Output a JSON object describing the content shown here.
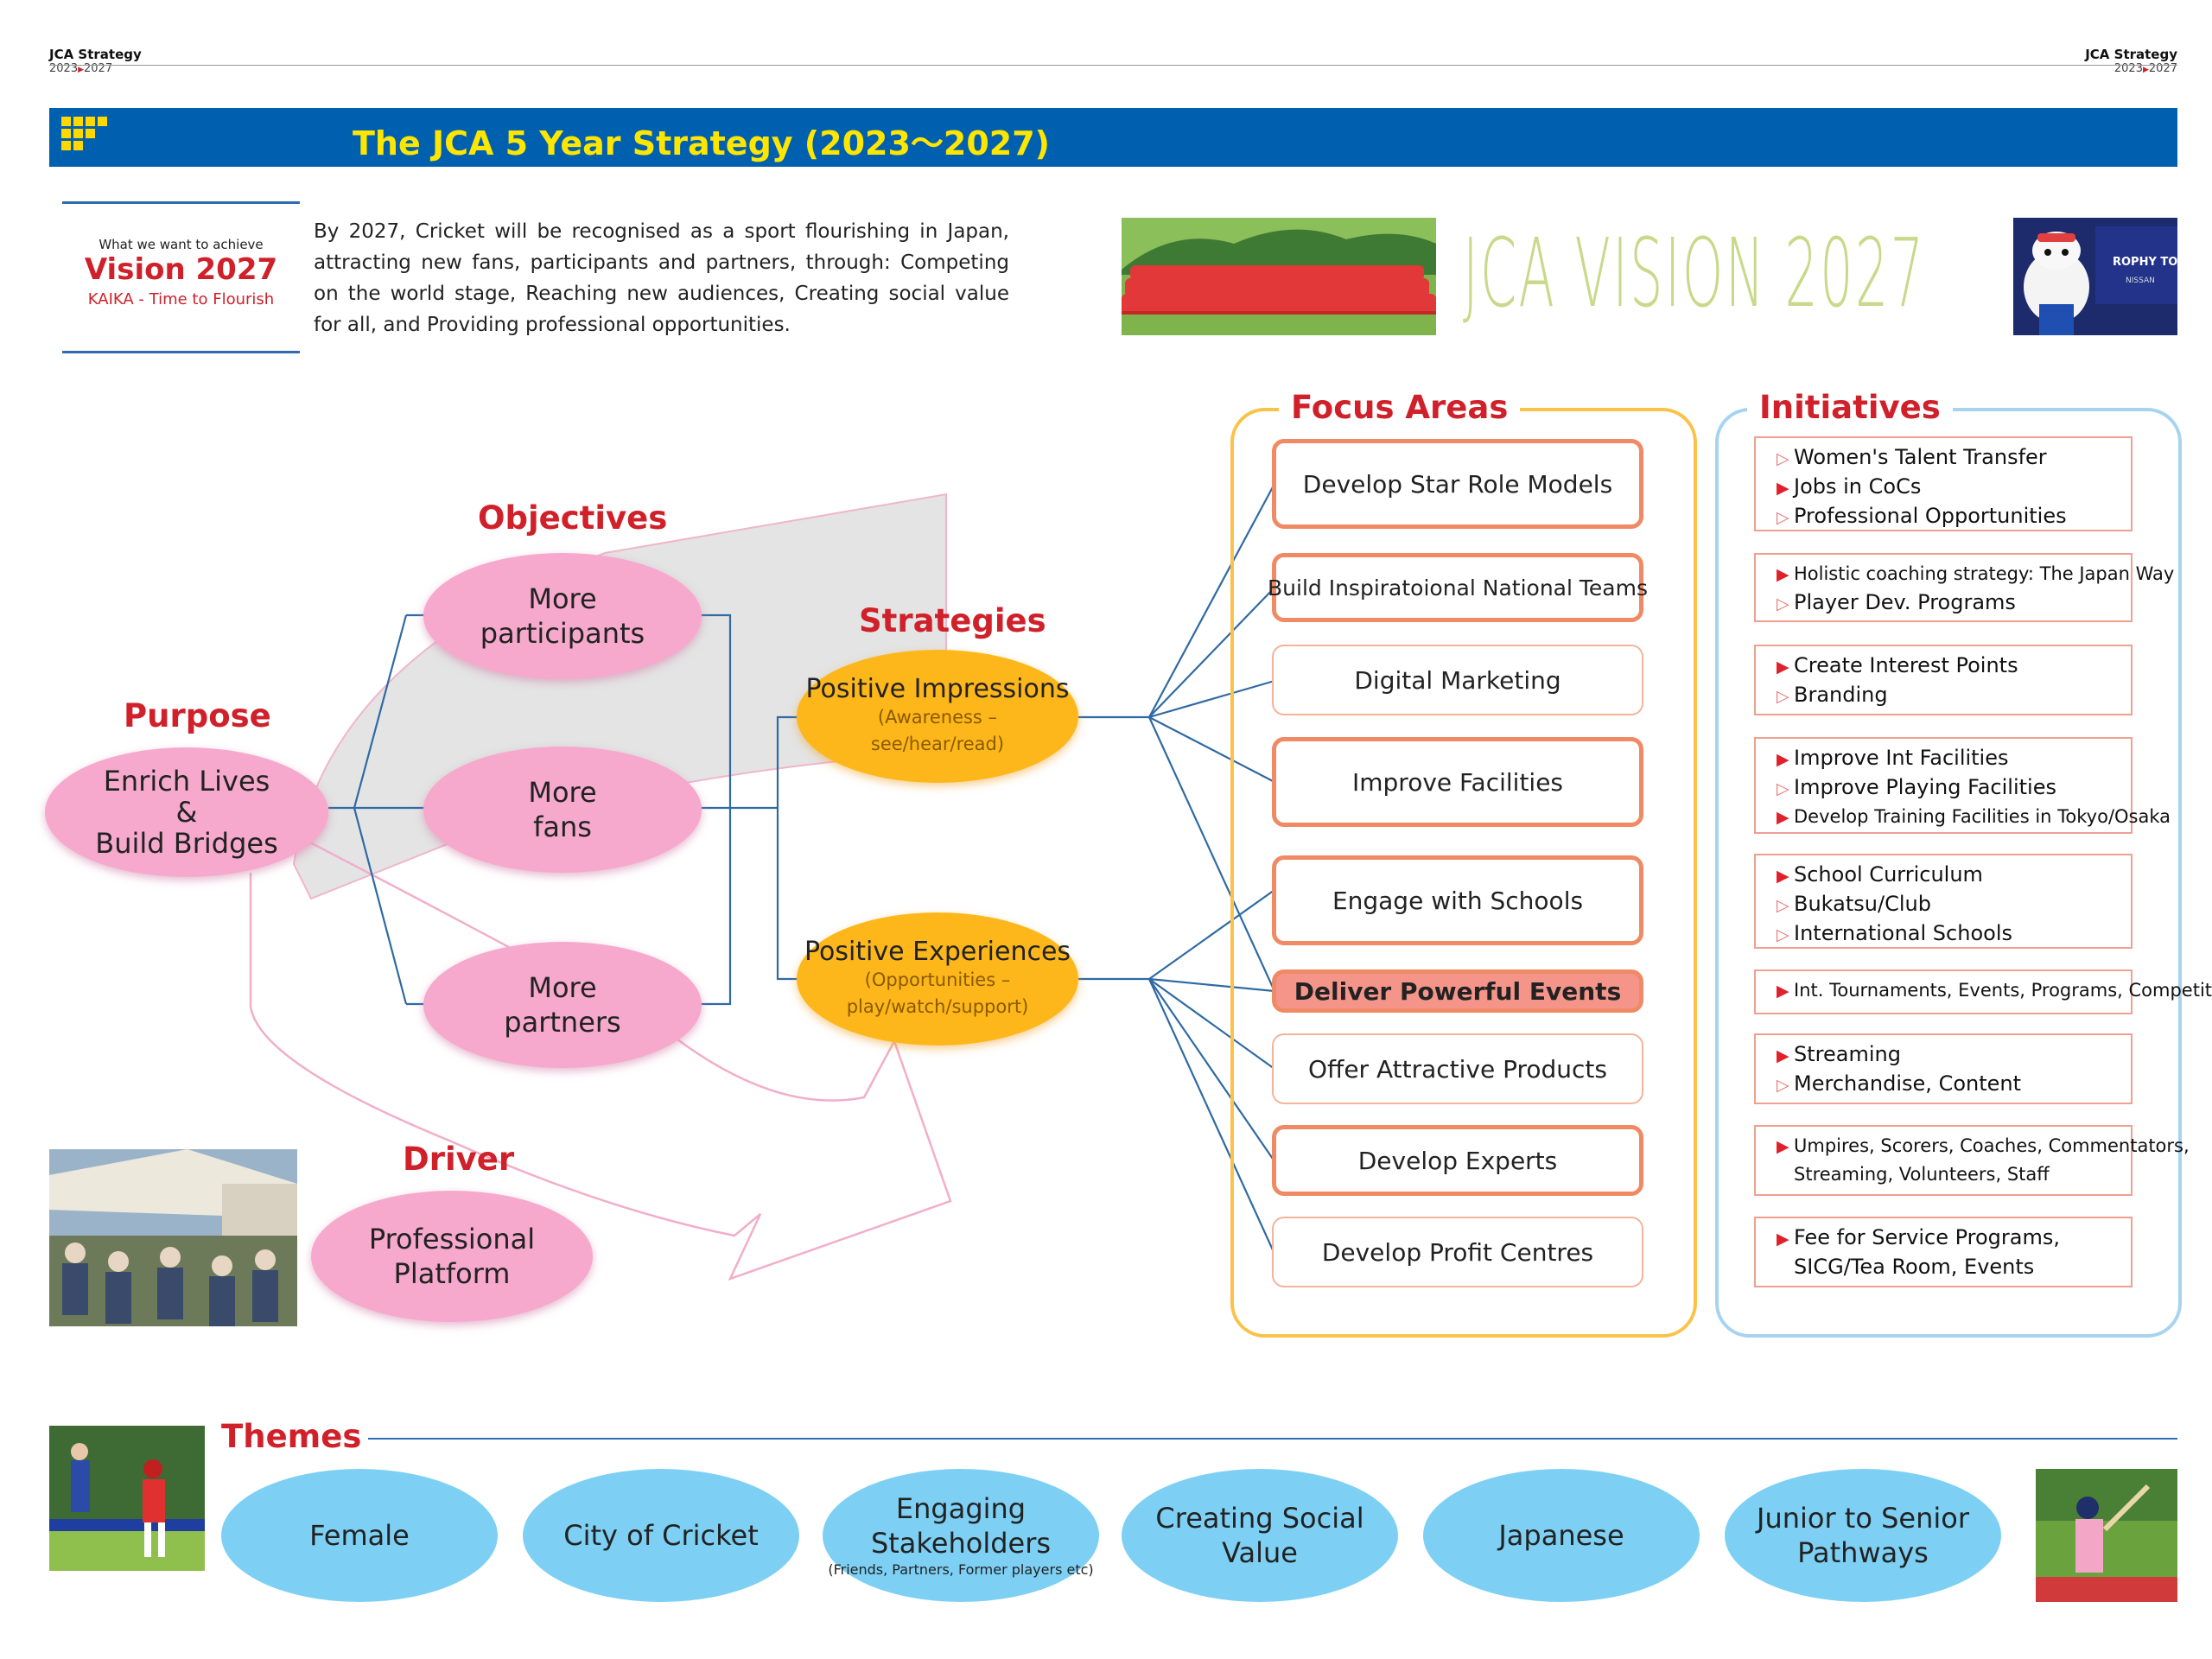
{
  "header": {
    "left_title": "JCA Strategy",
    "left_sub_start": "2023",
    "left_sub_end": "2027",
    "right_title": "JCA Strategy",
    "right_sub_start": "2023",
    "right_sub_end": "2027"
  },
  "banner": {
    "title": "The JCA 5 Year Strategy (2023〜2027)"
  },
  "vision": {
    "kicker": "What we want to achieve",
    "title": "Vision 2027",
    "subtitle": "KAIKA - Time to Flourish",
    "text": "By 2027, Cricket will be recognised as a sport flourishing in Japan, attracting new fans, participants and partners, through: Competing on the world stage, Reaching new audiences, Creating social value for all, and Providing professional opportunities.",
    "logo_text": "JCA VISION 2027"
  },
  "purpose": {
    "heading": "Purpose",
    "line1": "Enrich Lives",
    "line2": "&",
    "line3": "Build Bridges"
  },
  "objectives": {
    "heading": "Objectives",
    "items": [
      {
        "line1": "More",
        "line2": "participants"
      },
      {
        "line1": "More",
        "line2": "fans"
      },
      {
        "line1": "More",
        "line2": "partners"
      }
    ]
  },
  "strategies": {
    "heading": "Strategies",
    "items": [
      {
        "title": "Positive Impressions",
        "sub1": "(Awareness –",
        "sub2": "see/hear/read)"
      },
      {
        "title": "Positive Experiences",
        "sub1": "(Opportunities –",
        "sub2": "play/watch/support)"
      }
    ]
  },
  "driver": {
    "heading": "Driver",
    "line1": "Professional",
    "line2": "Platform"
  },
  "focus_areas": {
    "heading": "Focus Areas",
    "items": [
      "Develop Star Role Models",
      "Build Inspiratoional National Teams",
      "Digital Marketing",
      "Improve Facilities",
      "Engage with Schools",
      "Deliver Powerful Events",
      "Offer Attractive Products",
      "Develop Experts",
      "Develop Profit Centres"
    ]
  },
  "initiatives": {
    "heading": "Initiatives",
    "groups": [
      [
        {
          "m": "▷",
          "t": "Women's Talent Transfer"
        },
        {
          "m": "▶",
          "t": "Jobs in CoCs"
        },
        {
          "m": "▷",
          "t": "Professional Opportunities"
        }
      ],
      [
        {
          "m": "▶",
          "t": "Holistic coaching strategy: The Japan Way"
        },
        {
          "m": "▷",
          "t": "Player Dev. Programs"
        }
      ],
      [
        {
          "m": "▶",
          "t": "Create Interest Points"
        },
        {
          "m": "▷",
          "t": "Branding"
        }
      ],
      [
        {
          "m": "▶",
          "t": "Improve Int Facilities"
        },
        {
          "m": "▷",
          "t": "Improve Playing Facilities"
        },
        {
          "m": "▶",
          "t": "Develop Training Facilities in Tokyo/Osaka"
        }
      ],
      [
        {
          "m": "▶",
          "t": "School Curriculum"
        },
        {
          "m": "▷",
          "t": "Bukatsu/Club"
        },
        {
          "m": "▷",
          "t": "International Schools"
        }
      ],
      [
        {
          "m": "▶",
          "t": "Int. Tournaments, Events, Programs, Competitions"
        }
      ],
      [
        {
          "m": "▶",
          "t": "Streaming"
        },
        {
          "m": "▷",
          "t": "Merchandise, Content"
        }
      ],
      [
        {
          "m": "▶",
          "t": "Umpires, Scorers, Coaches, Commentators,"
        },
        {
          "m": "",
          "t": "Streaming, Volunteers, Staff"
        }
      ],
      [
        {
          "m": "▶",
          "t": "Fee for Service Programs,"
        },
        {
          "m": "",
          "t": "SICG/Tea Room, Events"
        }
      ]
    ]
  },
  "themes": {
    "heading": "Themes",
    "items": [
      {
        "line1": "Female",
        "line2": ""
      },
      {
        "line1": "City of Cricket",
        "line2": ""
      },
      {
        "line1": "Engaging Stakeholders",
        "line2": "(Friends, Partners, Former players etc)"
      },
      {
        "line1": "Creating Social Value",
        "line2": ""
      },
      {
        "line1": "Japanese",
        "line2": ""
      },
      {
        "line1": "Junior to Senior",
        "line2": "Pathways"
      }
    ]
  },
  "colors": {
    "banner": "#0060b0",
    "banner_text": "#ffe600",
    "accent_red": "#d0202a",
    "pink": "#f6a9cc",
    "gold": "#fdb71a",
    "focus_border": "#f08a64",
    "theme_blue": "#7dd0f4"
  },
  "mascot_sign": "ROPHY TOUR",
  "mascot_sponsor": "NISSAN"
}
